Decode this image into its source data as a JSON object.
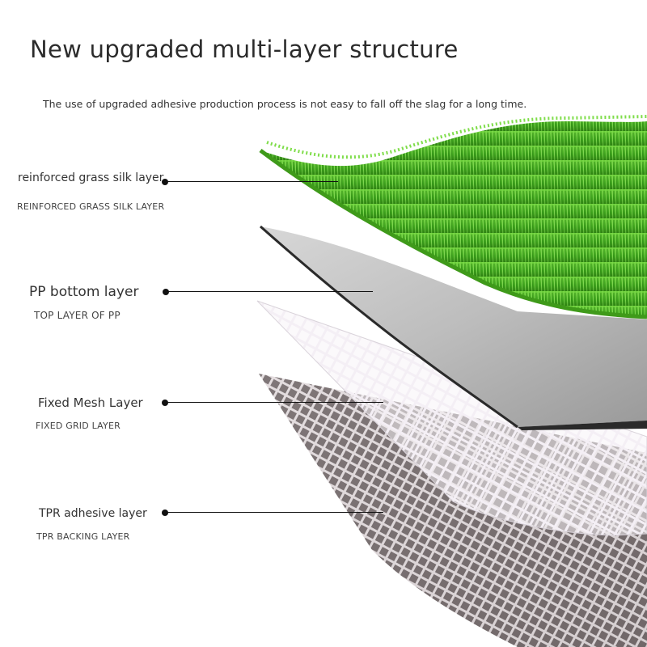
{
  "title": "New upgraded multi-layer structure",
  "subtitle": "The use of upgraded adhesive production process is not easy to fall off the slag for a long time.",
  "layers": [
    {
      "name": "reinforced grass silk layer",
      "caption": "REINFORCED GRASS SILK LAYER"
    },
    {
      "name": "PP bottom layer",
      "caption": "TOP LAYER OF PP"
    },
    {
      "name": "Fixed Mesh Layer",
      "caption": "FIXED GRID LAYER"
    },
    {
      "name": "TPR adhesive layer",
      "caption": "TPR BACKING LAYER"
    }
  ],
  "colors": {
    "grass": "#4caf2a",
    "pp": "#b8b8b8",
    "mesh": "#e8e4ea",
    "tpr": "#a69b9d"
  }
}
